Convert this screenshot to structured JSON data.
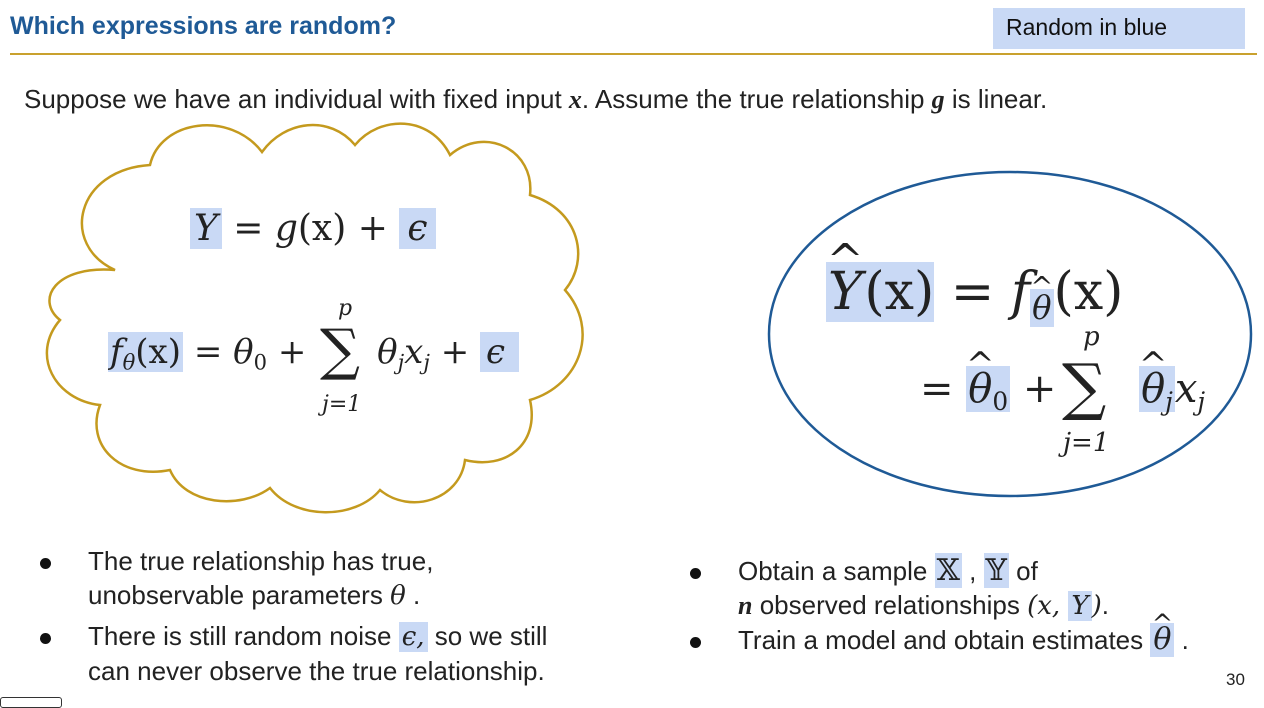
{
  "header": {
    "title": "Which expressions are random?",
    "tag": "Random in blue"
  },
  "intro": {
    "before_x": "Suppose we have an individual with fixed input ",
    "x": "x",
    "middle": ". Assume the true relationship ",
    "g": "g",
    "after": " is linear."
  },
  "cloud": {
    "eq1": {
      "Y": "Y",
      "eq": " = ",
      "g": "g",
      "arg": "(x)",
      "plus": " + ",
      "eps": "ϵ"
    },
    "eq2": {
      "f": "f",
      "sub": "θ",
      "arg": "(x)",
      "rest": " = θ",
      "sub0": "0",
      "plus": " + ",
      "sum": "∑",
      "upper": "p",
      "lower": "j=1",
      "term": "θ",
      "subj": "j",
      "x": "x",
      "subj2": "j",
      "plus2": " + ",
      "eps": "ϵ"
    }
  },
  "ellipse": {
    "line1": {
      "Y": "Y",
      "arg": "(x)",
      "eq": " = ",
      "f": "f",
      "sub": "θ",
      "arg2": "(x)"
    },
    "line2": {
      "eq": "= ",
      "theta0": "θ",
      "sub0": "0",
      "plus": " + ",
      "sum": "∑",
      "upper": "p",
      "lower": "j=1",
      "thetaj": "θ",
      "subj": "j",
      "x": "x",
      "subj2": "j"
    }
  },
  "left_bullets": [
    {
      "line1": "The true relationship has true,",
      "line2a": "unobservable parameters ",
      "sym": "θ",
      "line2b": " ."
    },
    {
      "line1a": "There is still random noise ",
      "sym": "ϵ,",
      "line1b": " so we still",
      "line2": "can never observe the true relationship."
    }
  ],
  "right_bullets": [
    {
      "line1a": "Obtain a sample ",
      "X": "𝕏",
      "comma": " , ",
      "Yb": "𝕐",
      "line1b": " of",
      "n": "n",
      "line2": " observed relationships ",
      "pair_open": "(x, ",
      "pair_Y": "Y",
      "pair_close": ")",
      "end": "."
    },
    {
      "line1": "Train a model and obtain estimates ",
      "sym": "θ",
      "end": " ."
    }
  ],
  "page_number": "30",
  "colors": {
    "title": "#1f5a96",
    "highlight": "#c9d9f5",
    "cloud_stroke": "#c49a1e",
    "ellipse_stroke": "#1f5a96",
    "rule": "#c9a12e"
  }
}
